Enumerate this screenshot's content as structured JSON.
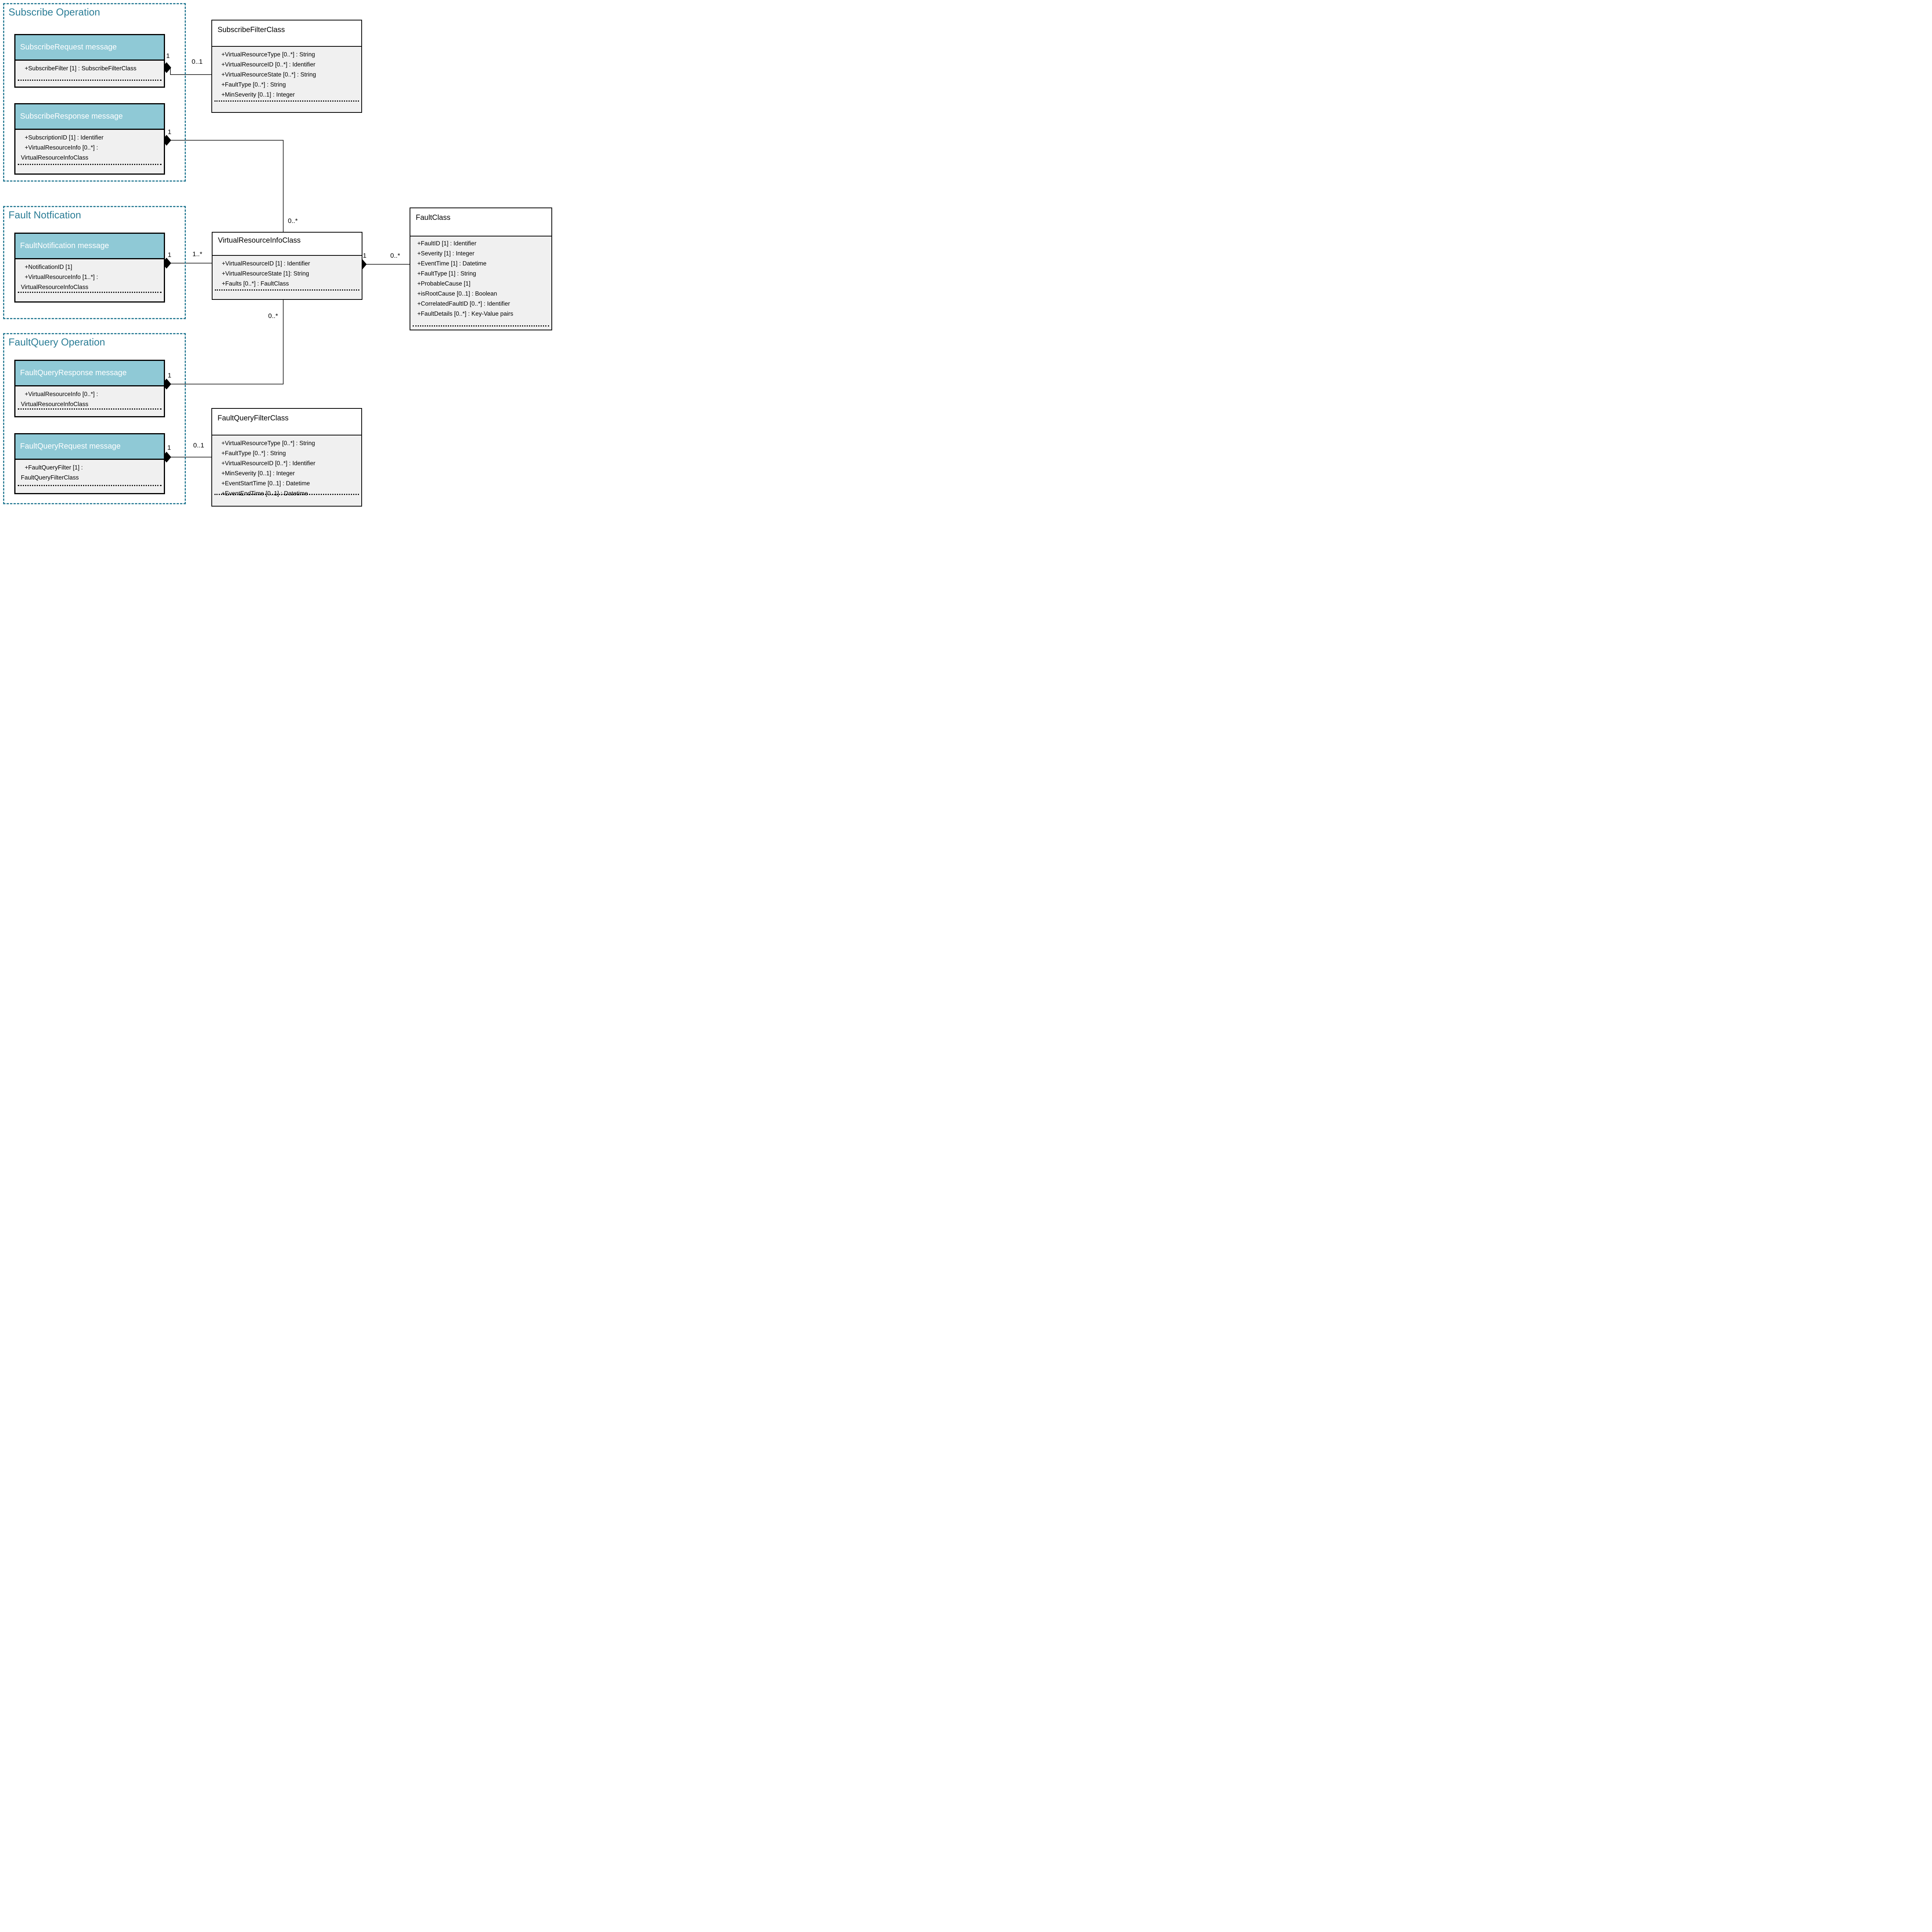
{
  "sections": [
    {
      "title": "Subscribe Operation"
    },
    {
      "title": "Fault Notfication"
    },
    {
      "title": "FaultQuery Operation"
    }
  ],
  "messages": [
    {
      "name": "SubscribeRequest message",
      "attrs": [
        "+SubscribeFilter [1] : SubscribeFilterClass"
      ]
    },
    {
      "name": "SubscribeResponse message",
      "attrs": [
        "+SubscriptionID [1] : Identifier",
        "+VirtualResourceInfo [0..*] :",
        "VirtualResourceInfoClass"
      ]
    },
    {
      "name": "FaultNotification message",
      "attrs": [
        "+NotificationID [1]",
        "+VirtualResourceInfo [1..*] :",
        "VirtualResourceInfoClass"
      ]
    },
    {
      "name": "FaultQueryResponse message",
      "attrs": [
        "+VirtualResourceInfo [0..*] :",
        "VirtualResourceInfoClass"
      ]
    },
    {
      "name": "FaultQueryRequest message",
      "attrs": [
        "+FaultQueryFilter [1] :",
        "FaultQueryFilterClass"
      ]
    }
  ],
  "classes": [
    {
      "name": "SubscribeFilterClass",
      "attrs": [
        "+VirtualResourceType [0..*] : String",
        "+VirtualResourceID [0..*] : Identifier",
        "+VirtualResourceState [0..*] : String",
        "+FaultType [0..*] : String",
        "+MinSeverity [0..1] : Integer"
      ]
    },
    {
      "name": "VirtualResourceInfoClass",
      "attrs": [
        "+VirtualResourceID [1] : Identifier",
        "+VirtualResourceState [1]: String",
        "+Faults [0..*] : FaultClass"
      ]
    },
    {
      "name": "FaultClass",
      "attrs": [
        "+FaultID [1] : Identifier",
        "+Severity [1] : Integer",
        "+EventTime [1] : Datetime",
        "+FaultType [1] : String",
        "+ProbableCause [1]",
        "+isRootCause [0..1] : Boolean",
        "+CorrelatedFaultID [0..*] : Identifier",
        "+FaultDetails [0..*] : Key-Value pairs"
      ]
    },
    {
      "name": "FaultQueryFilterClass",
      "attrs": [
        "+VirtualResourceType [0..*] : String",
        "+FaultType [0..*] : String",
        "+VirtualResourceID [0..*] : Identifier",
        "+MinSeverity [0..1] : Integer",
        "+EventStartTime [0..1] : Datetime",
        "+EventEndTime [0..1] : Datetime"
      ]
    }
  ],
  "connectors": [
    {
      "name": "subscriberequest-to-subscribefilterclass",
      "source_mult": "1",
      "target_mult": "0..1"
    },
    {
      "name": "subscriberesponse-to-virtualresourceinfoclass",
      "source_mult": "1",
      "target_mult": "0..*"
    },
    {
      "name": "faultnotification-to-virtualresourceinfoclass",
      "source_mult": "1",
      "target_mult": "1..*"
    },
    {
      "name": "virtualresourceinfoclass-to-faultclass",
      "source_mult": "1",
      "target_mult": "0..*"
    },
    {
      "name": "faultqueryresponse-to-virtualresourceinfoclass",
      "source_mult": "1",
      "target_mult": "0..*"
    },
    {
      "name": "faultqueryrequest-to-faultqueryfilterclass",
      "source_mult": "1",
      "target_mult": "0..1"
    }
  ],
  "colors": {
    "message_header_fill": "#8fc9d6",
    "section_teal": "#2b7d96",
    "compartment_fill": "#f0f0f0",
    "line_black": "#000000"
  }
}
